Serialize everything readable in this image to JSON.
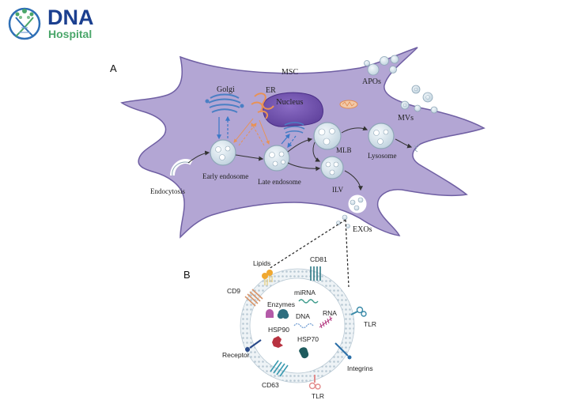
{
  "logo": {
    "name": "DNA",
    "subtitle": "Hospital"
  },
  "panel_a": {
    "letter": "A",
    "cell_label": "MSC",
    "labels": {
      "golgi": "Golgi",
      "er": "ER",
      "nucleus": "Nucleus",
      "apos": "APOs",
      "mvs": "MVs",
      "early_endosome": "Early endosome",
      "late_endosome": "Late endosome",
      "mlb": "MLB",
      "lysosome": "Lysosome",
      "ilv": "ILV",
      "endocytosis": "Endocytosis",
      "exos": "EXOs"
    }
  },
  "panel_b": {
    "letter": "B",
    "labels": {
      "lipids": "Lipids",
      "cd81": "CD81",
      "cd9": "CD9",
      "mirna": "miRNA",
      "enzymes": "Enzymes",
      "dna": "DNA",
      "rna": "RNA",
      "tlr_right": "TLR",
      "hsp90": "HSP90",
      "hsp70": "HSP70",
      "receptor": "Receptor",
      "integrins": "Integrins",
      "cd63": "CD63",
      "tlr_bottom": "TLR"
    }
  },
  "colors": {
    "cell_fill": "#b3a6d4",
    "cell_stroke": "#6f5fa3",
    "nucleus": "#6b4ea8",
    "vesicle": "#dde8ef",
    "golgi": "#4a7fc4",
    "er": "#e8a36a",
    "logo_blue": "#1b3f8f",
    "logo_green": "#4aa66a"
  }
}
